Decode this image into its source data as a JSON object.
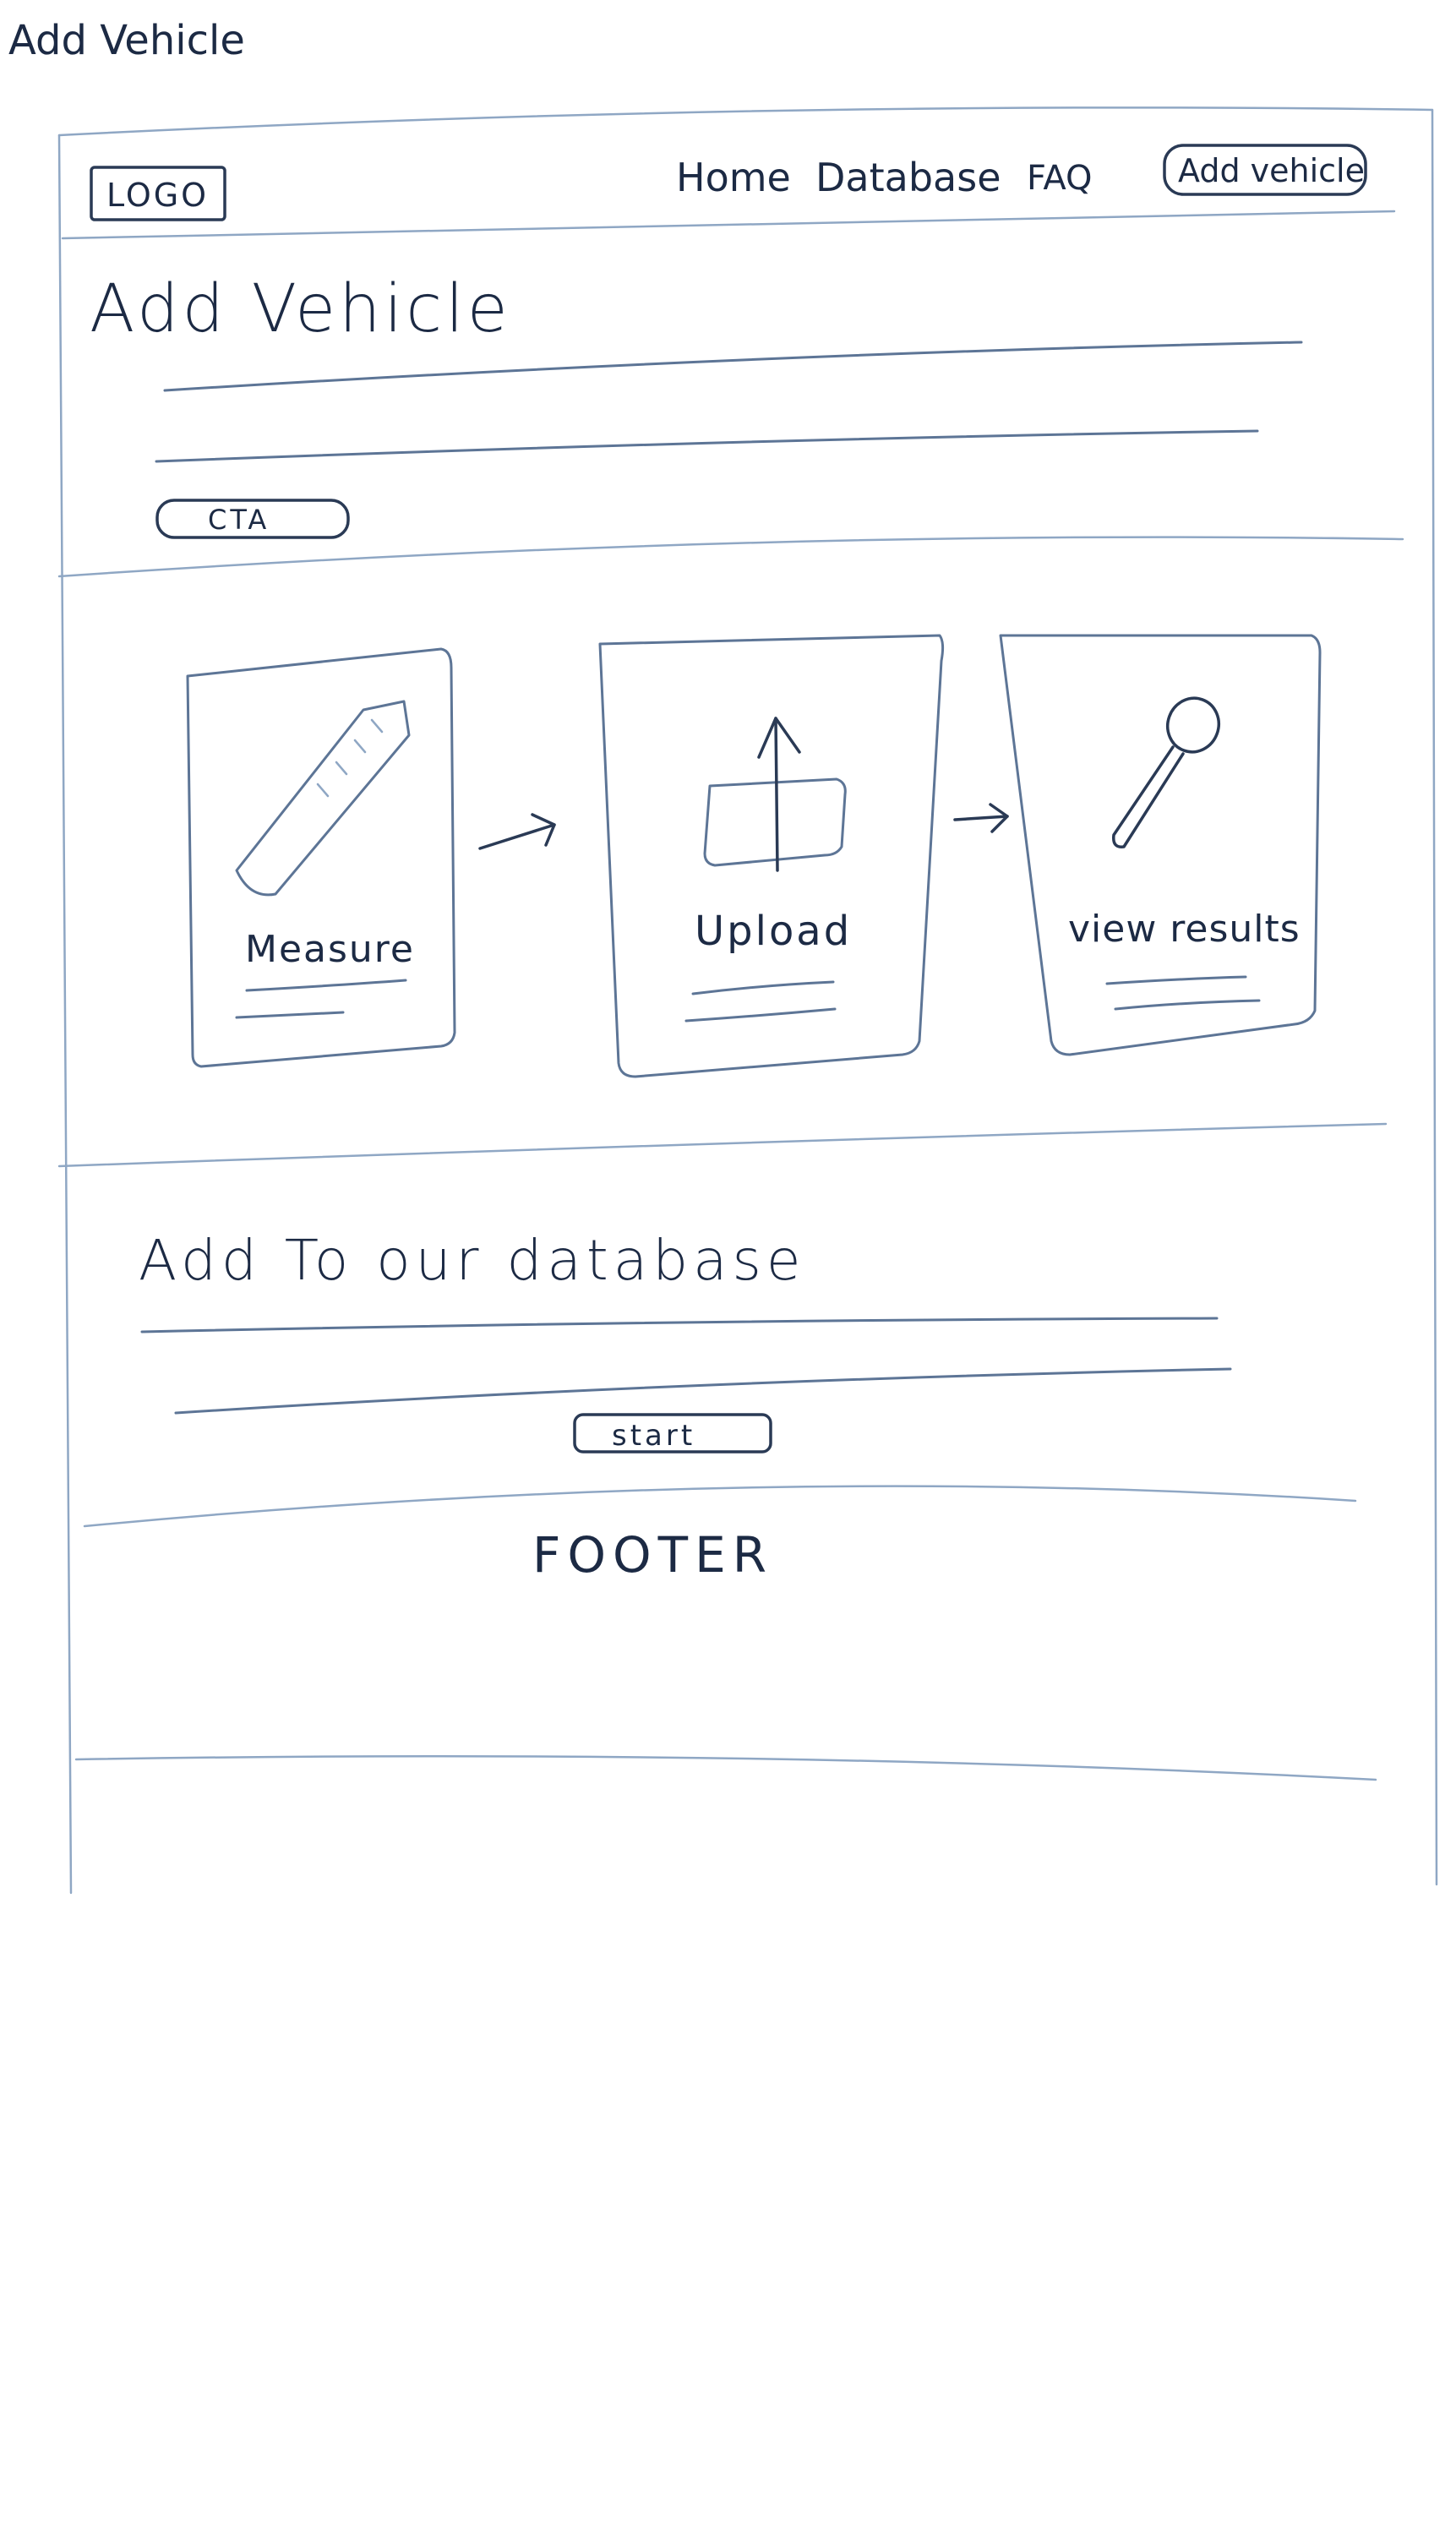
{
  "page_caption": "Add Vehicle",
  "header": {
    "logo": "LOGO",
    "nav": {
      "home": "Home",
      "database": "Database",
      "faq": "FAQ",
      "add_vehicle": "Add vehicle"
    }
  },
  "hero": {
    "title": "Add Vehicle",
    "cta": "CTA"
  },
  "steps": {
    "measure": {
      "label": "Measure",
      "icon": "ruler-icon"
    },
    "upload": {
      "label": "Upload",
      "icon": "upload-icon"
    },
    "view_results": {
      "label": "view results",
      "icon": "magnifier-icon"
    }
  },
  "database_section": {
    "title": "Add To our database",
    "button": "start"
  },
  "footer": {
    "label": "FOOTER"
  },
  "colors": {
    "ink": "#1c2a44",
    "pencil": "#8fa7c4"
  }
}
